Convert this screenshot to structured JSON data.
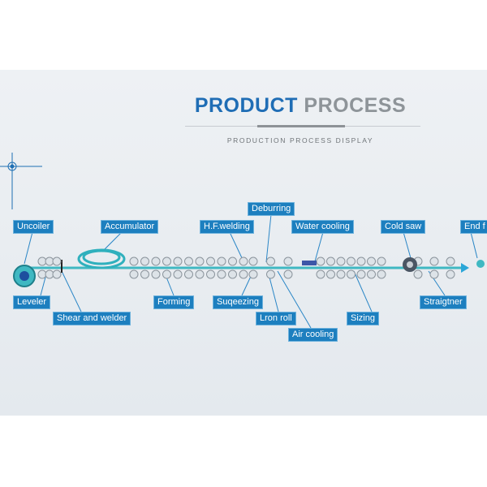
{
  "header": {
    "title_part1": "PRODUCT",
    "title_part2": "PROCESS",
    "subtitle": "PRODUCTION PROCESS DISPLAY"
  },
  "labels": {
    "uncoiler": "Uncoiler",
    "accumulator": "Accumulator",
    "hf_welding": "H.F.welding",
    "deburring": "Deburring",
    "water_cooling": "Water cooling",
    "cold_saw": "Cold saw",
    "end": "End f",
    "leveler": "Leveler",
    "shear_and_welder": "Shear and welder",
    "forming": "Forming",
    "squeezing": "Suqeezing",
    "iron_roll": "Lron roll",
    "air_cooling": "Air cooling",
    "sizing": "Sizing",
    "straightener": "Straigtner"
  },
  "colors": {
    "title_blue": "#1f6db5",
    "title_gray": "#8e9499",
    "label_bg": "#1d7fbf",
    "line_teal": "#3fb8c2"
  }
}
